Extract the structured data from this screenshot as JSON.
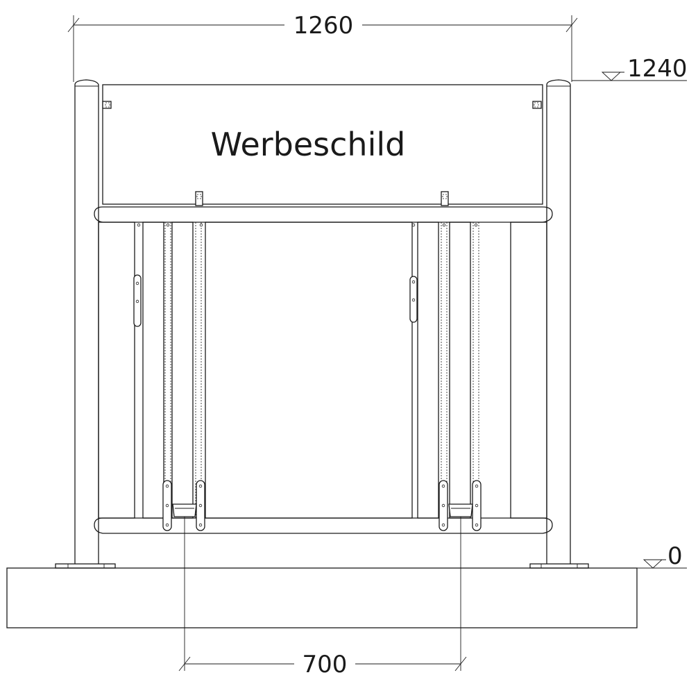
{
  "sign": {
    "label": "Werbeschild"
  },
  "dimensions": {
    "overall_width": "1260",
    "top_elevation": "1240",
    "ground_elevation": "0",
    "post_spacing": "700"
  }
}
